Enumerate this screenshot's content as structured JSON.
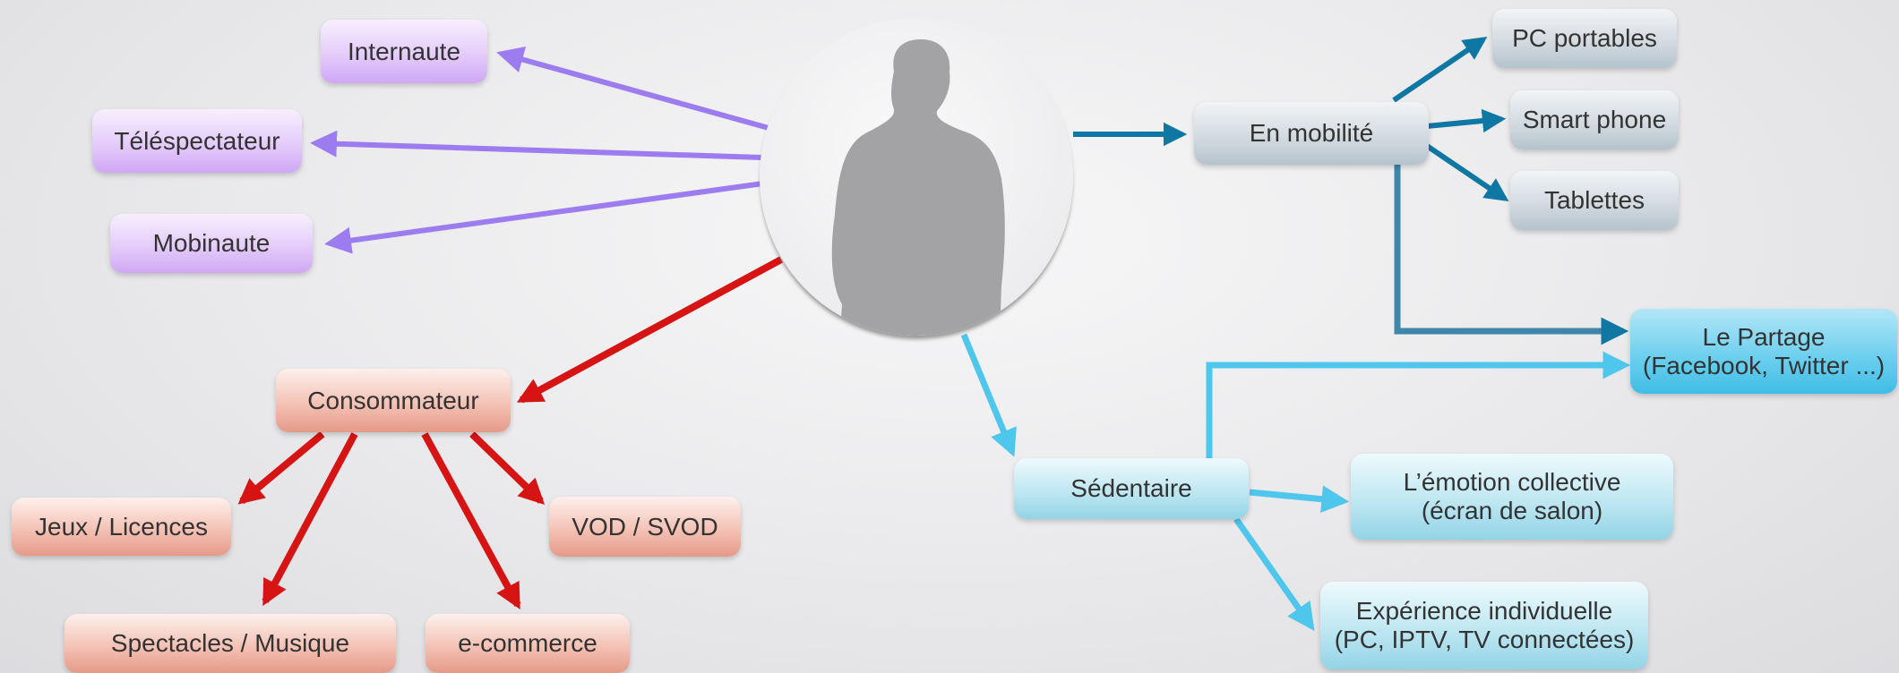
{
  "center": {
    "icon": "person-silhouette-icon"
  },
  "nodes": {
    "internaute": "Internaute",
    "telespectateur": "Téléspectateur",
    "mobinaute": "Mobinaute",
    "consommateur": "Consommateur",
    "jeux": "Jeux / Licences",
    "vod": "VOD / SVOD",
    "spectacles": "Spectacles / Musique",
    "ecommerce": "e-commerce",
    "mobilite": "En mobilité",
    "pc_portables": "PC portables",
    "smartphone": "Smart phone",
    "tablettes": "Tablettes",
    "partage": {
      "line1": "Le Partage",
      "line2": "(Facebook, Twitter ...)"
    },
    "sedentaire": "Sédentaire",
    "emotion": {
      "line1": "L’émotion collective",
      "line2": "(écran de salon)"
    },
    "experience": {
      "line1": "Expérience individuelle",
      "line2": "(PC, IPTV, TV connectées)"
    }
  },
  "colors": {
    "purple": "#9d7cf0",
    "red": "#d61414",
    "teal": "#0f77a3",
    "steel": "#3f86aa",
    "lightblue": "#4fc6ec"
  }
}
